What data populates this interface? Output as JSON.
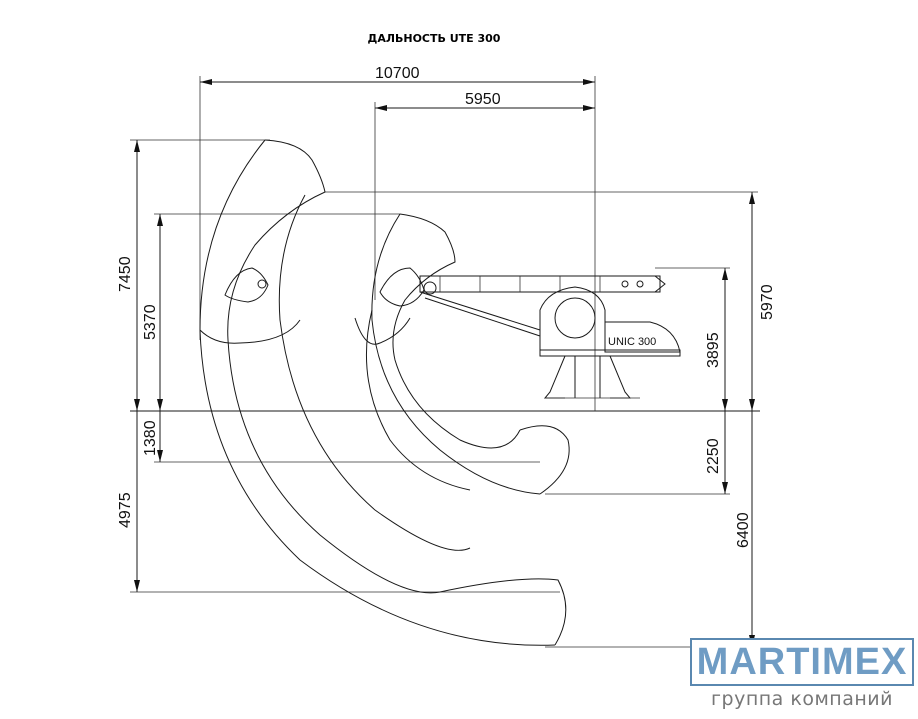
{
  "title": "ДАЛЬНОСТЬ UTE 300",
  "dimensions": {
    "reach_max": "10700",
    "reach_mid": "5950",
    "height_left_upper": "7450",
    "height_left_inner": "5370",
    "depth_left_inner": "1380",
    "depth_left_outer": "4975",
    "height_right_upper": "5970",
    "height_right_inner": "3895",
    "depth_right_inner": "2250",
    "depth_right_outer": "6400"
  },
  "machine_label": "UNIC 300",
  "brand": {
    "name": "MARTIMEX",
    "tagline": "группа компаний",
    "color": "#6f9cc4"
  }
}
